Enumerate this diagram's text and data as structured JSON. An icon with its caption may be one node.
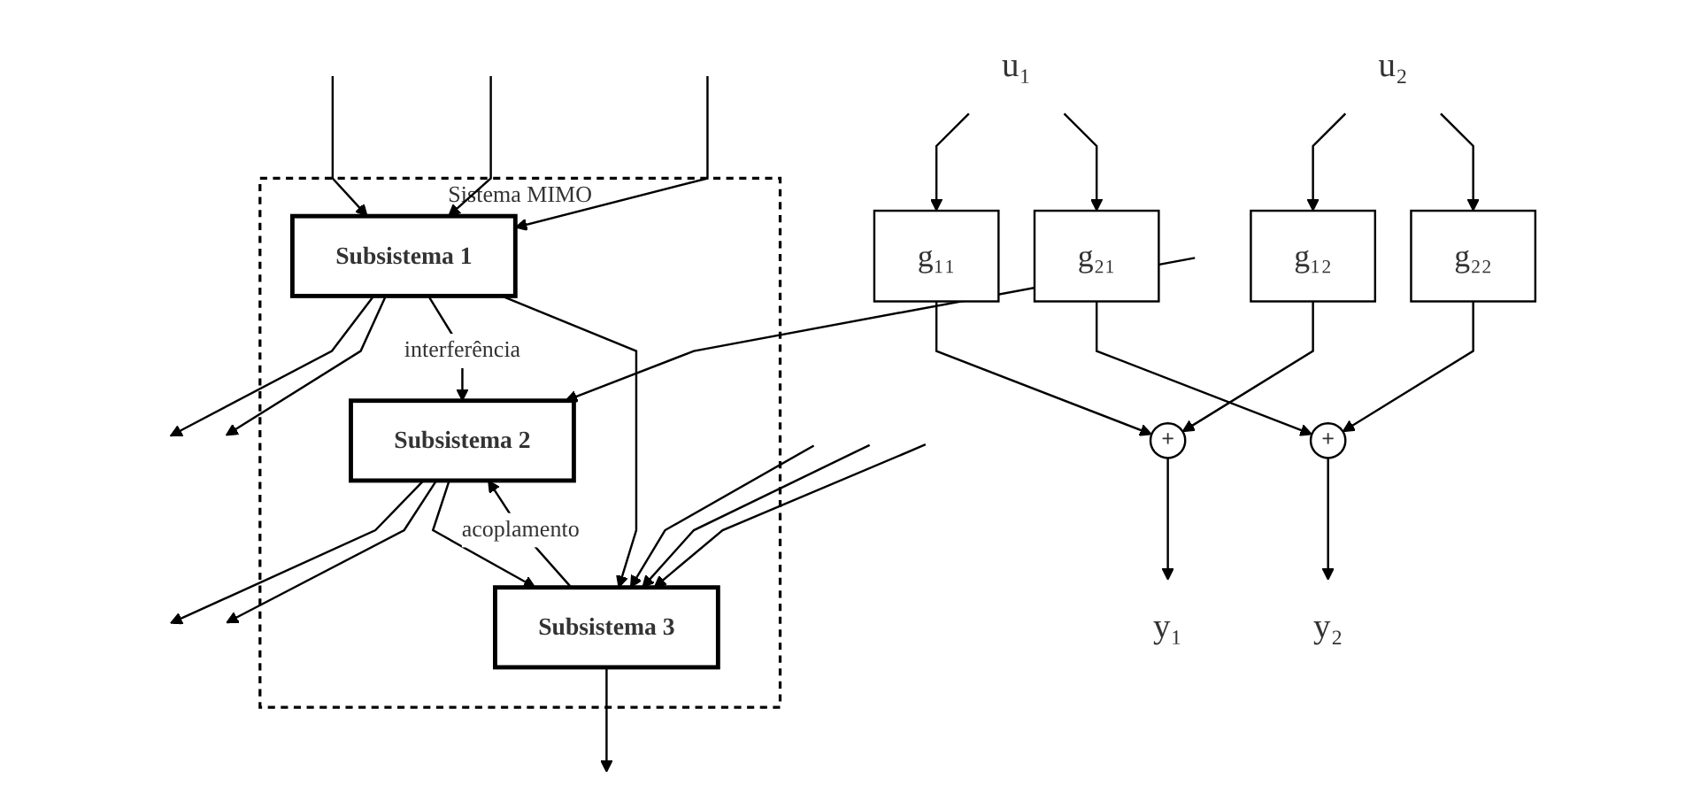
{
  "diagram": {
    "nodes": [
      {
        "text": [
          "Sistema MIMO"
        ]
      },
      {
        "text": [
          "Subsistema 1"
        ],
        "in": 0
      },
      {
        "text": [
          "Subsistema 2"
        ],
        "in": 0
      },
      {
        "text": [
          "Subsistema 3"
        ],
        "in": 0
      },
      {
        "text": [
          "u₁"
        ]
      },
      {
        "text": [
          "g₁₁"
        ]
      },
      {
        "text": [
          "+"
        ]
      },
      {
        "text": [
          "y₁"
        ]
      },
      {
        "text": [
          "g₂₁"
        ]
      },
      {
        "text": [
          "g₁₂"
        ]
      },
      {
        "text": [
          "u₂"
        ]
      },
      {
        "text": [
          "g₂₂"
        ]
      },
      {
        "text": [
          "+"
        ]
      },
      {
        "text": [
          "y₂"
        ]
      }
    ],
    "edges": [
      {
        "from": null,
        "to": 1,
        "arrow": "to"
      },
      {
        "from": null,
        "to": 1,
        "arrow": "to"
      },
      {
        "from": null,
        "to": 1,
        "arrow": "to"
      },
      {
        "from": 1,
        "to": null,
        "arrow": "to"
      },
      {
        "from": 1,
        "to": null,
        "arrow": "to"
      },
      {
        "from": 1,
        "to": 2,
        "arrow": "to",
        "label": "interferência"
      },
      {
        "from": 1,
        "to": 3,
        "arrow": "to"
      },
      {
        "from": null,
        "to": 2,
        "arrow": "to"
      },
      {
        "from": 2,
        "to": null,
        "arrow": "to"
      },
      {
        "from": 2,
        "to": null,
        "arrow": "to"
      },
      {
        "from": 2,
        "to": 3,
        "arrow": "to"
      },
      {
        "from": 3,
        "to": 2,
        "arrow": "to",
        "label": "acoplamento"
      },
      {
        "from": null,
        "to": 3,
        "arrow": "to"
      },
      {
        "from": null,
        "to": 3,
        "arrow": "to"
      },
      {
        "from": null,
        "to": 3,
        "arrow": "to"
      },
      {
        "from": 3,
        "to": null,
        "arrow": "to"
      },
      {
        "from": 4,
        "to": 5,
        "arrow": "to"
      },
      {
        "from": 4,
        "to": 8,
        "arrow": "to"
      },
      {
        "from": 10,
        "to": 9,
        "arrow": "to"
      },
      {
        "from": 10,
        "to": 11,
        "arrow": "to"
      },
      {
        "from": 5,
        "to": 6,
        "arrow": "to"
      },
      {
        "from": 9,
        "to": 6,
        "arrow": "to"
      },
      {
        "from": 8,
        "to": 12,
        "arrow": "to"
      },
      {
        "from": 11,
        "to": 12,
        "arrow": "to"
      },
      {
        "from": 6,
        "to": 7,
        "arrow": "to"
      },
      {
        "from": 12,
        "to": 13,
        "arrow": "to"
      }
    ]
  }
}
